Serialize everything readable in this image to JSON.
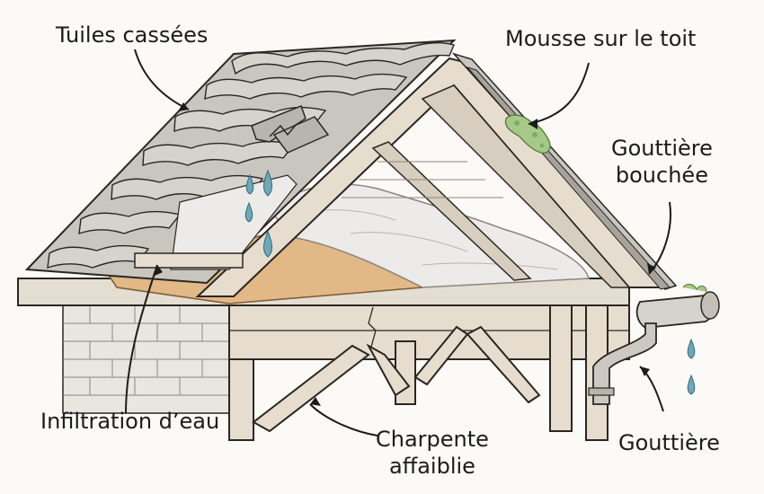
{
  "labels": {
    "broken_tiles": "Tuiles cassées",
    "roof_moss": "Mousse sur le toit",
    "clogged_gutter_line1": "Gouttière",
    "clogged_gutter_line2": "bouchée",
    "water_infiltration": "Infiltration d’eau",
    "weakened_frame_line1": "Charpente",
    "weakened_frame_line2": "affaiblie",
    "gutter": "Gouttière"
  },
  "colors": {
    "ink": "#2a2622",
    "tile": "#c9c6c0",
    "wood": "#e6ddcf",
    "insulation_wet": "#e2b887",
    "insulation": "#ecebea",
    "moss": "#a6c98a",
    "water": "#6fa9b7",
    "brick": "#e9e6e0"
  }
}
